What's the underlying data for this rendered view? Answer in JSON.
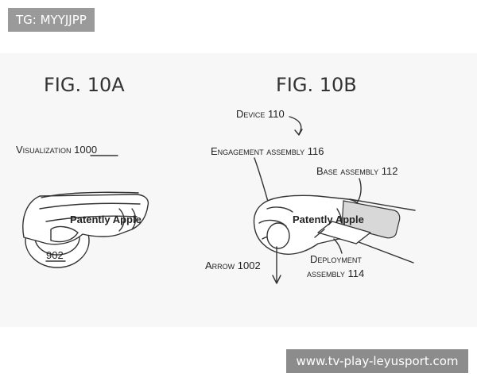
{
  "top_tag": "TG: MYYJJPP",
  "bottom_tag": "www.tv-play-leyusport.com",
  "figures": [
    {
      "title": "FIG. 10A",
      "labels": {
        "visualization": "Visualization 1000",
        "part": "902"
      },
      "watermark": "Patently Apple"
    },
    {
      "title": "FIG. 10B",
      "labels": {
        "device": "Device 110",
        "engagement": "Engagement assembly 116",
        "base": "Base assembly 112",
        "deployment_line1": "Deployment",
        "deployment_line2": "assembly 114",
        "arrow": "Arrow 1002"
      },
      "watermark": "Patently Apple"
    }
  ]
}
